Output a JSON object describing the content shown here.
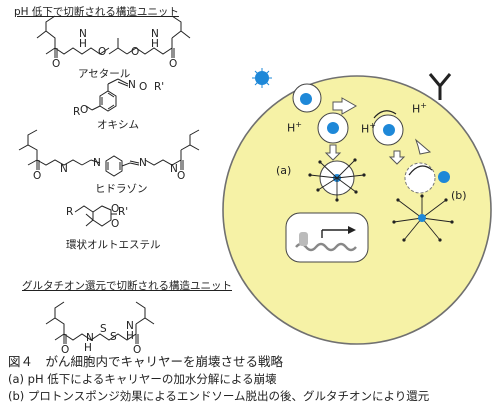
{
  "sections": {
    "ph_title": "pH 低下で切断される構造ユニット",
    "gsh_title": "グルタチオン還元で切断される構造ユニット"
  },
  "structures": {
    "acetal": "アセタール",
    "oxime": "オキシム",
    "hydrazone": "ヒドラゾン",
    "ortho_ester": "環状オルトエステル"
  },
  "atoms": {
    "O": "O",
    "N": "N",
    "H": "H",
    "R": "R",
    "R1": "R'",
    "S": "S"
  },
  "diagram": {
    "h_plus": "H",
    "plus": "+",
    "label_a": "(a)",
    "label_b": "(b)",
    "colors": {
      "cell": "#f6f2a6",
      "cell_border": "#707070",
      "carrier": "#1e88d8"
    }
  },
  "caption": {
    "title": "図４　がん細胞内でキャリヤーを崩壊させる戦略",
    "line_a": "(a) pH 低下によるキャリヤーの加水分解による崩壊",
    "line_b": "(b) プロトンスポンジ効果によるエンドソーム脱出の後、グルタチオンにより還元"
  }
}
